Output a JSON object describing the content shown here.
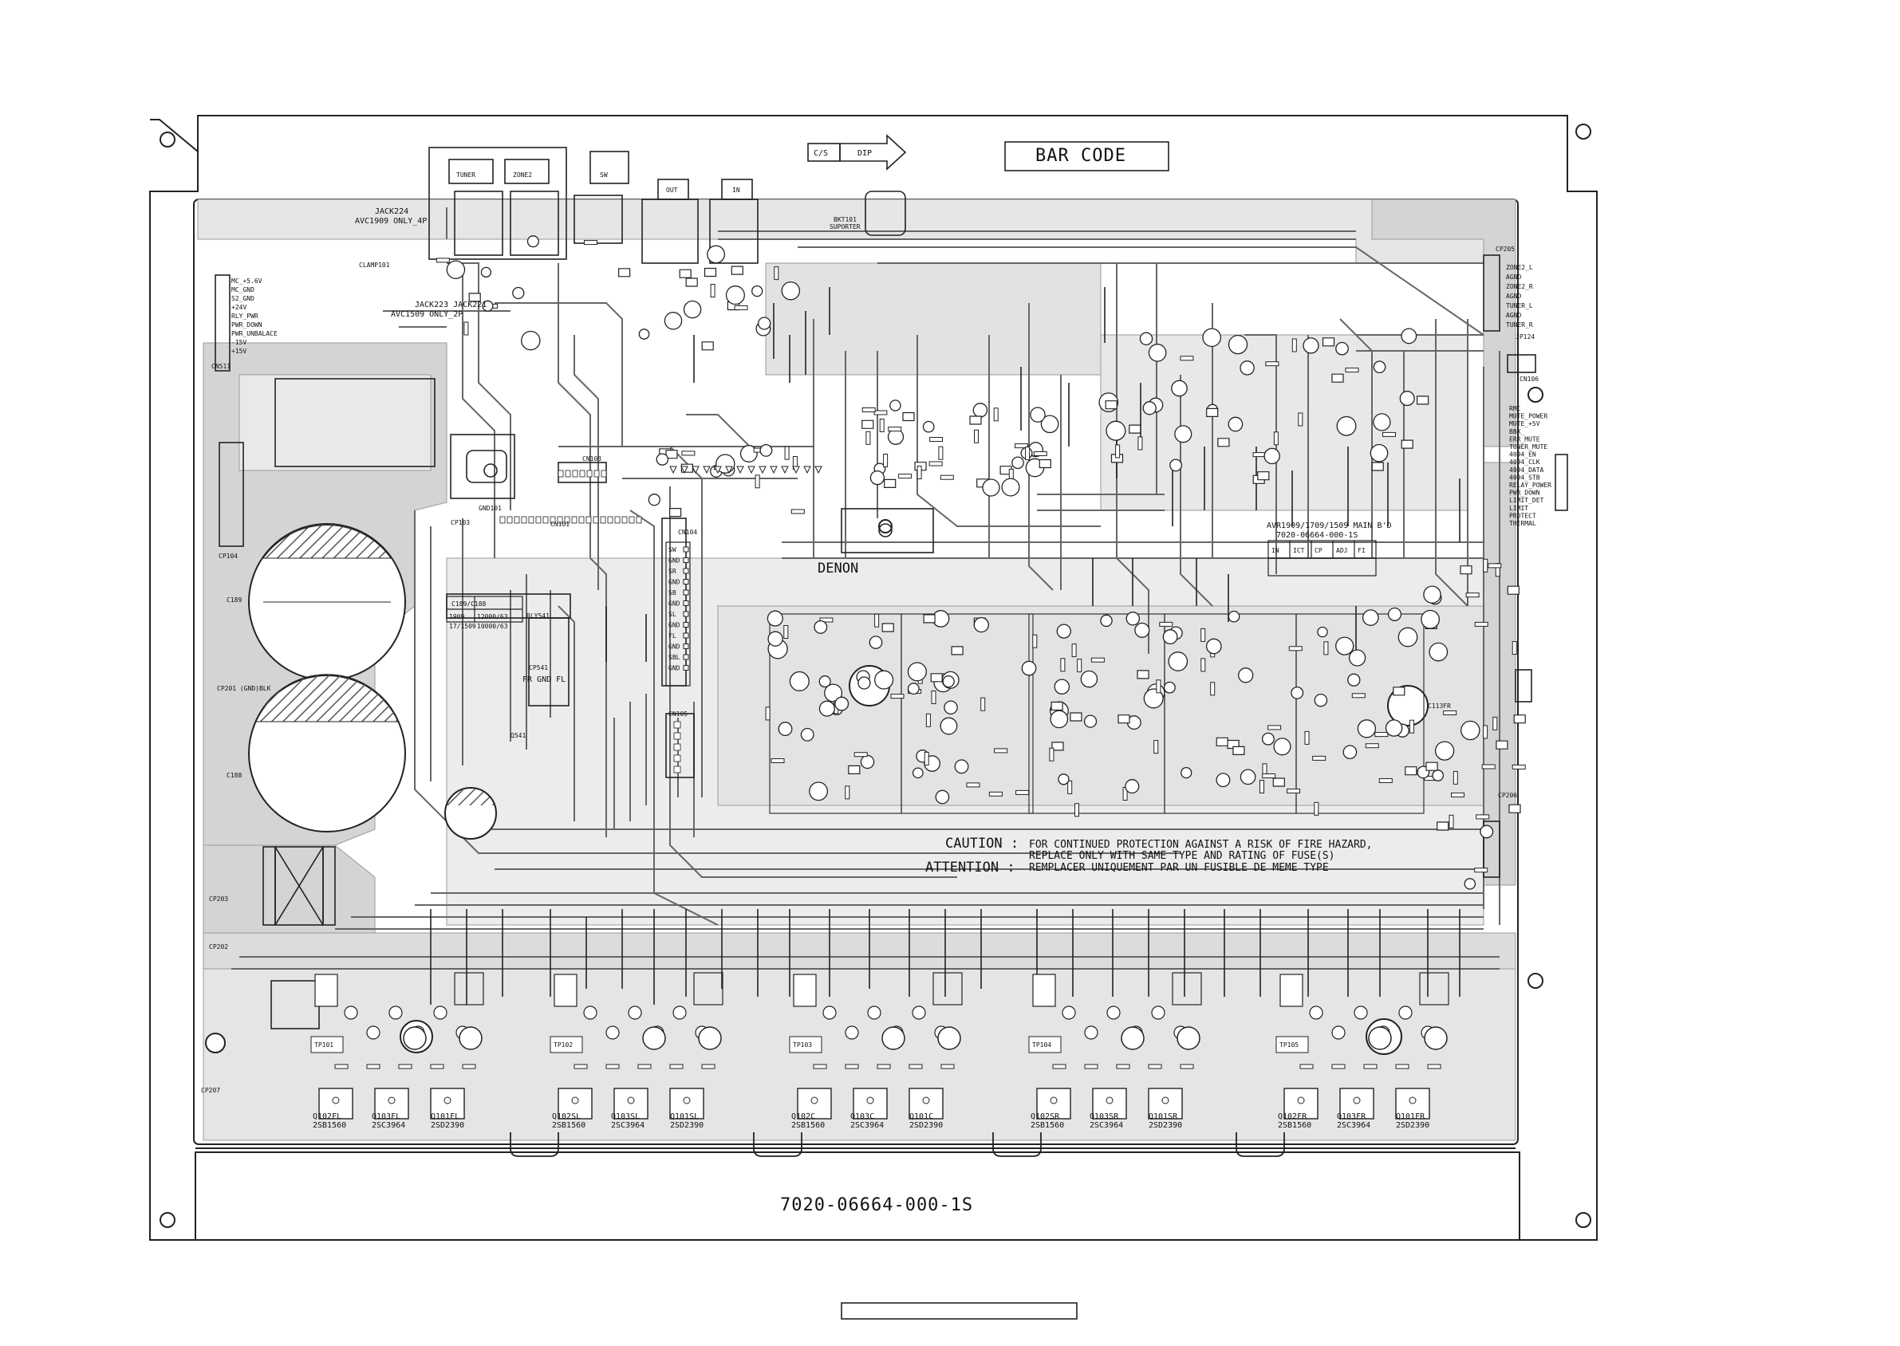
{
  "header": {
    "bar_code": "BAR CODE",
    "dip_arrow": "DIP",
    "cs_box": "C/S",
    "brand": "DENON"
  },
  "jacks": {
    "tuner": "TUNER",
    "zone2": "ZONE2",
    "sw": "SW",
    "out": "OUT",
    "in": "IN",
    "jack224": "JACK224",
    "avc1909_4p": "AVC1909 ONLY_4P",
    "clamp": "CLAMP101",
    "jack223_221": "JACK223  JACK221",
    "avc1509_2p": "AVC1509 ONLY_2P",
    "bkt101": "BKT101",
    "supporter": "SUPORTER"
  },
  "connector_left": [
    "MC_+5.6V",
    "MC_GND",
    "S2_GND",
    "+24V",
    "RLY_PWR",
    "PWR_DOWN",
    "PWR_UNBALACE",
    "-15V",
    "+15V"
  ],
  "connector_right": [
    "ZONE2_L",
    "AGND",
    "ZONE2_R",
    "AGND",
    "TUNER_L",
    "AGND",
    "TUNER_R"
  ],
  "control_right": [
    "RMC",
    "MUTE_POWER",
    "MUTE_+5V",
    "BBX_",
    "ERR_MUTE",
    "TUNER_MUTE",
    "4094_EN",
    "4094_CLK",
    "4094_DATA",
    "4094_STB",
    "RELAY_POWER",
    "PWR_DOWN",
    "LIMIT_DET",
    "LIMIT",
    "PROTECT",
    "THERMAL"
  ],
  "spk_connector": [
    "SW",
    "GND",
    "SR",
    "GND",
    "SB",
    "GND",
    "SL",
    "GND",
    "FL",
    "GND",
    "SBL",
    "GND"
  ],
  "board_info": {
    "model": "AVR1909/1709/1509 MAIN B'D",
    "part": "7020-06664-000-1S",
    "check_boxes": [
      "IN",
      "ICT",
      "CP",
      "ADJ",
      "FI"
    ]
  },
  "caution": {
    "line1_head": "CAUTION :",
    "line1": "FOR CONTINUED PROTECTION AGAINST A RISK OF FIRE HAZARD,",
    "line2": "REPLACE ONLY WITH SAME TYPE AND RATING OF FUSE(S)",
    "line3_head": "ATTENTION :",
    "line3": "REMPLACER UNIQUEMENT PAR UN FUSIBLE DE MEME TYPE"
  },
  "transformer_table": {
    "header": "C189/C188",
    "rows": [
      [
        "1909",
        "12000/63"
      ],
      [
        "17/1509",
        "10000/63"
      ]
    ]
  },
  "bottom_number": "7020-06664-000-1S",
  "output_transistors": [
    {
      "q1": "Q102FL",
      "p1": "2SB1560",
      "q2": "Q103FL",
      "p2": "2SC3964",
      "q3": "Q101FL",
      "p3": "2SD2390",
      "tp": "TP101"
    },
    {
      "q1": "Q102SL",
      "p1": "2SB1560",
      "q2": "Q103SL",
      "p2": "2SC3964",
      "q3": "Q101SL",
      "p3": "2SD2390",
      "tp": "TP102"
    },
    {
      "q1": "Q102C",
      "p1": "2SB1560",
      "q2": "Q103C",
      "p2": "2SC3964",
      "q3": "Q101C",
      "p3": "2SD2390",
      "tp": "TP103"
    },
    {
      "q1": "Q102SR",
      "p1": "2SB1560",
      "q2": "Q103SR",
      "p2": "2SC3964",
      "q3": "Q101SR",
      "p3": "2SD2390",
      "tp": "TP104"
    },
    {
      "q1": "Q102FR",
      "p1": "2SB1560",
      "q2": "Q103FR",
      "p2": "2SC3964",
      "q3": "Q101FR",
      "p3": "2SD2390",
      "tp": "TP105"
    }
  ],
  "misc_labels": {
    "cp104": "CP104",
    "cp201": "CP201 (GND)BLK",
    "cp202": "CP202",
    "cp203": "CP203",
    "cp205": "CP205",
    "cp206": "CP206",
    "cp207": "CP207",
    "gnd101": "GND101",
    "cn101": "CN101",
    "cn103": "CN103",
    "cn104": "CN104",
    "cn105": "CN105",
    "cn106": "CN106",
    "cn511": "CN511",
    "cp103": "CP103",
    "c189": "C189",
    "c188": "C188",
    "fr_gnd_fl": "FR GND FL",
    "cp541": "CP541",
    "q541": "Q541",
    "rly541": "RLY541",
    "c113fr": "C113FR",
    "jp124": "JP124"
  }
}
